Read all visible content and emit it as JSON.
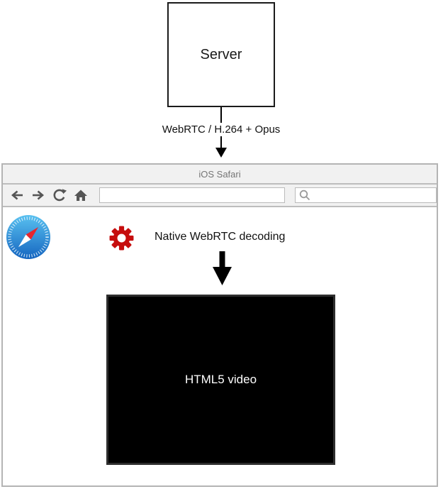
{
  "diagram": {
    "server_box_label": "Server",
    "stream_label": "WebRTC / H.264 + Opus"
  },
  "browser_window": {
    "title_bar": {
      "title": "iOS Safari"
    },
    "toolbar": {
      "back_icon": "back-arrow",
      "forward_icon": "forward-arrow",
      "reload_icon": "reload-arrow",
      "home_icon": "home",
      "address_input": {
        "value": "",
        "placeholder": ""
      },
      "search_input": {
        "value": "",
        "placeholder": "",
        "icon": "magnifier"
      }
    },
    "content": {
      "safari_logo_icon": "safari-compass",
      "gear_icon": "red-gear",
      "decoding_label": "Native WebRTC decoding",
      "down_arrow_icon": "thick-down-arrow",
      "video_player": {
        "label": "HTML5 video"
      }
    }
  },
  "colors": {
    "frame_border": "#b4b4b4",
    "chrome_background": "#f1f1f1",
    "title_text": "#757575",
    "toolbar_icon": "#555555",
    "gear_red": "#c60d0d",
    "safari_blue_top": "#59c1f0",
    "safari_blue_bottom": "#1565c0",
    "needle_red": "#e8252d",
    "video_background": "#000000",
    "video_text": "#ffffff"
  }
}
